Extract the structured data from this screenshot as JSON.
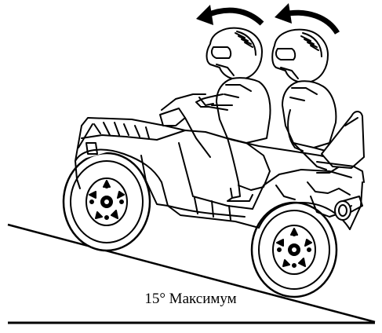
{
  "diagram": {
    "slope_label": "15° Максимум",
    "line_color": "#000000",
    "background": "#ffffff",
    "icons": {
      "vehicle": "atv-with-two-riders",
      "lean_arrows": "curved-arrow-left"
    }
  }
}
